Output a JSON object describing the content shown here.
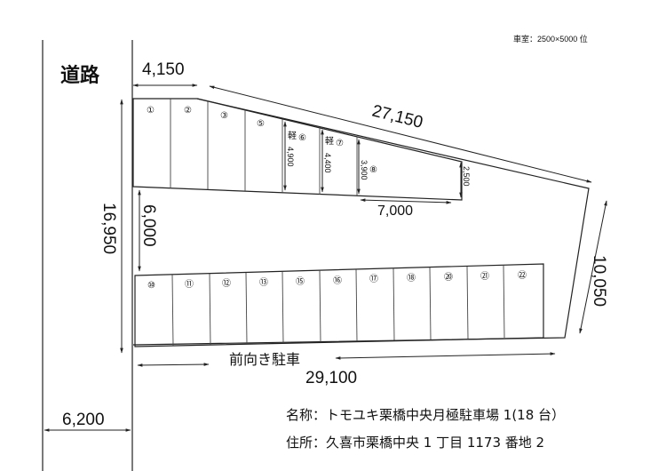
{
  "header": {
    "car_size_note": "車室：2500×5000 位"
  },
  "road_label": "道路",
  "dimensions": {
    "top_left_width": "4,150",
    "top_diagonal": "27,150",
    "left_total": "16,950",
    "aisle": "6,000",
    "right_edge": "10,050",
    "bottom_total": "29,100",
    "road_width": "6,200",
    "space6_depth": "4,900",
    "space7_depth": "4,400",
    "space8_depth": "3,900",
    "right_end_depth": "2,500",
    "space8_width": "7,000"
  },
  "top_spaces": [
    {
      "label": "①"
    },
    {
      "label": "②"
    },
    {
      "label": "③"
    },
    {
      "label": "⑤"
    },
    {
      "label": "⑥",
      "kei": "軽"
    },
    {
      "label": "⑦",
      "kei": "軽"
    },
    {
      "label": "⑧"
    }
  ],
  "bottom_spaces": [
    "⑩",
    "⑪",
    "⑫",
    "⑬",
    "⑮",
    "⑯",
    "⑰",
    "⑱",
    "⑳",
    "㉑",
    "㉒"
  ],
  "parking_note": "前向き駐車",
  "info": {
    "name": "名称：トモユキ栗橋中央月極駐車場 1(18 台）",
    "address": "住所：久喜市栗橋中央 1 丁目 1173 番地 2"
  }
}
